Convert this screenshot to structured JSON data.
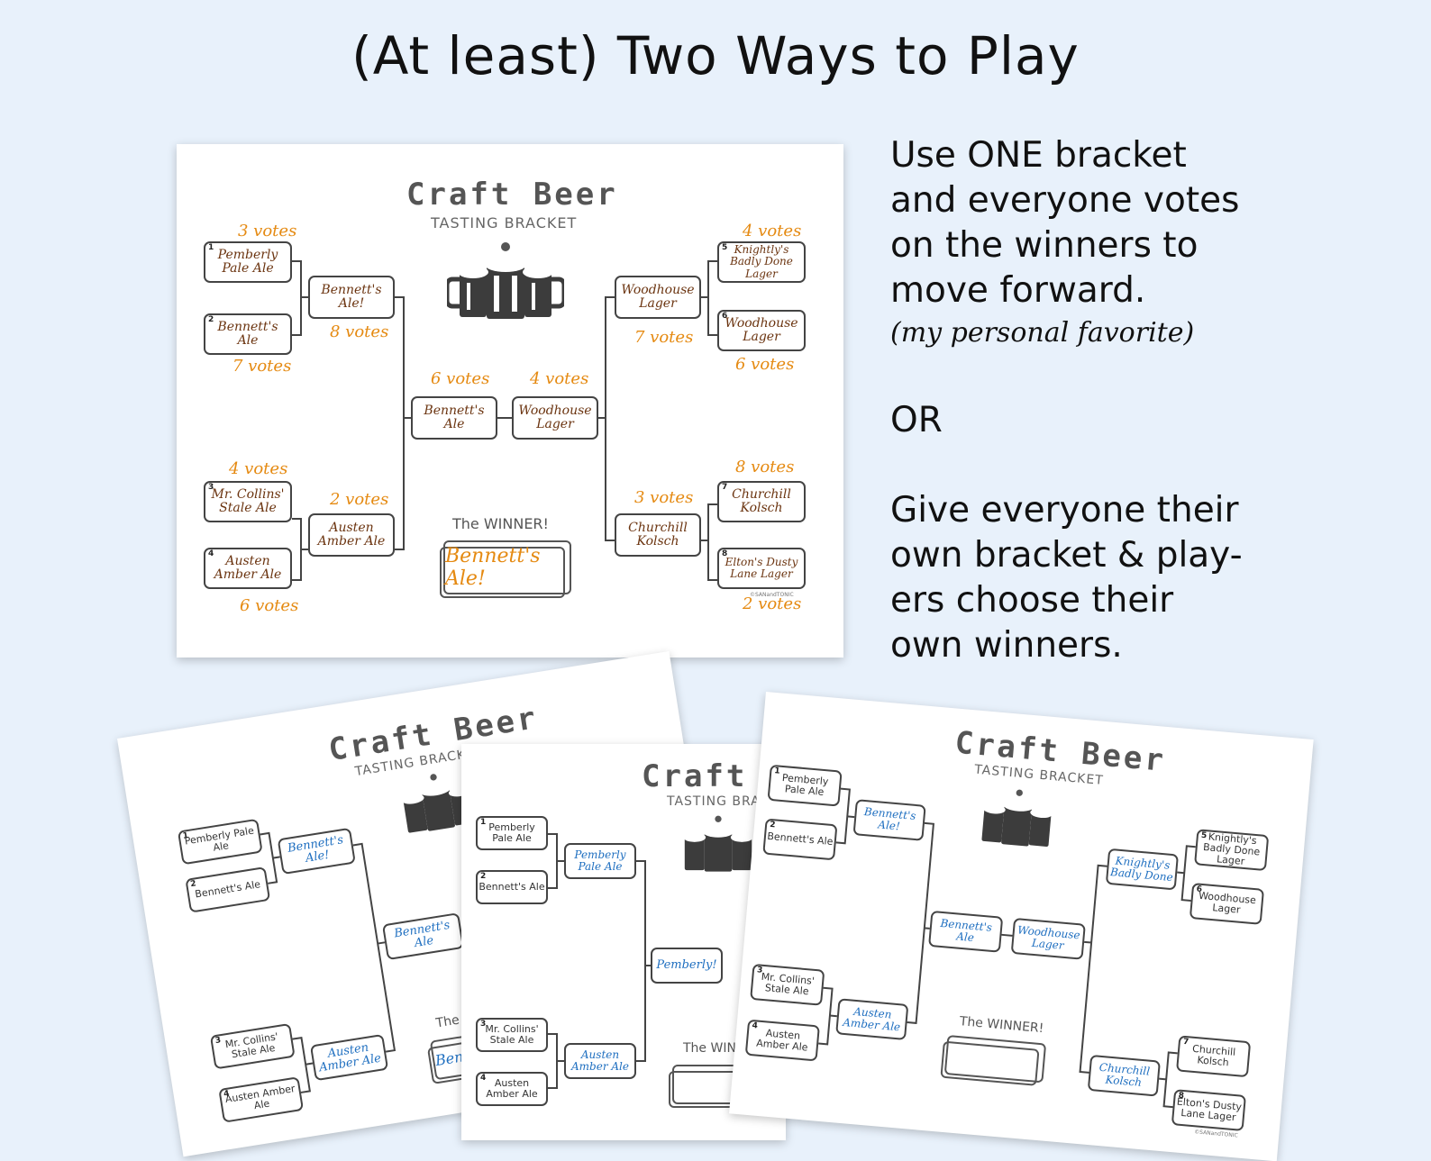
{
  "headline": "(At least) Two Ways to Play",
  "right_text": {
    "p1": [
      "Use ONE bracket",
      "and everyone votes",
      "on the winners to",
      "move forward."
    ],
    "favorite": "(my personal favorite)",
    "or": "OR",
    "p2": [
      "Give everyone their",
      "own bracket & play-",
      "ers choose their",
      "own winners."
    ]
  },
  "main_sheet": {
    "title": "Craft Beer",
    "subtitle": "TASTING BRACKET",
    "winner_label": "The WINNER!",
    "winner": "Bennett's Ale!",
    "copyright": "©SANandTONIC",
    "left_r1": [
      {
        "seed": "1",
        "name": "Pemberly Pale Ale",
        "votes": "3 votes"
      },
      {
        "seed": "2",
        "name": "Bennett's Ale",
        "votes": "7 votes"
      },
      {
        "seed": "3",
        "name": "Mr. Collins' Stale Ale",
        "votes": "4 votes"
      },
      {
        "seed": "4",
        "name": "Austen Amber Ale",
        "votes": "6 votes"
      }
    ],
    "left_r2": [
      {
        "name": "Bennett's Ale!",
        "votes": "8 votes"
      },
      {
        "name": "Austen Amber Ale",
        "votes": "2 votes"
      }
    ],
    "left_r3": {
      "name": "Bennett's Ale",
      "votes": "6 votes"
    },
    "right_r3": {
      "name": "Woodhouse Lager",
      "votes": "4 votes"
    },
    "right_r2": [
      {
        "name": "Woodhouse Lager",
        "votes": "7 votes"
      },
      {
        "name": "Churchill Kolsch",
        "votes": "3 votes"
      }
    ],
    "right_r1": [
      {
        "seed": "5",
        "name": "Knightly's Badly Done Lager",
        "votes": "4 votes"
      },
      {
        "seed": "6",
        "name": "Woodhouse Lager",
        "votes": "6 votes"
      },
      {
        "seed": "7",
        "name": "Churchill Kolsch",
        "votes": "8 votes"
      },
      {
        "seed": "8",
        "name": "Elton's Dusty Lane Lager",
        "votes": "2 votes"
      }
    ]
  },
  "sheet_a": {
    "title": "Craft Beer",
    "subtitle": "TASTING BRACKET",
    "winner_label": "The WINNER!",
    "r1": [
      {
        "seed": "1",
        "name": "Pemberly Pale Ale"
      },
      {
        "seed": "2",
        "name": "Bennett's Ale"
      },
      {
        "seed": "3",
        "name": "Mr. Collins' Stale Ale"
      },
      {
        "seed": "4",
        "name": "Austen Amber Ale"
      }
    ],
    "r2": [
      "Bennett's Ale!",
      "Austen Amber Ale"
    ],
    "r3": "Bennett's Ale",
    "winner": "Bennett's Ale!"
  },
  "sheet_b": {
    "title": "Craft Beer",
    "subtitle": "TASTING BRACKET",
    "winner_label": "The WINNER!",
    "r1": [
      {
        "seed": "1",
        "name": "Pemberly Pale Ale"
      },
      {
        "seed": "2",
        "name": "Bennett's Ale"
      },
      {
        "seed": "3",
        "name": "Mr. Collins' Stale Ale"
      },
      {
        "seed": "4",
        "name": "Austen Amber Ale"
      }
    ],
    "r2": [
      "Pemberly Pale Ale",
      "Austen Amber Ale"
    ],
    "r3": "Pemberly!"
  },
  "sheet_c": {
    "title": "Craft Beer",
    "subtitle": "TASTING BRACKET",
    "winner_label": "The WINNER!",
    "copyright": "©SANandTONIC",
    "left_r1": [
      {
        "seed": "1",
        "name": "Pemberly Pale Ale"
      },
      {
        "seed": "2",
        "name": "Bennett's Ale"
      },
      {
        "seed": "3",
        "name": "Mr. Collins' Stale Ale"
      },
      {
        "seed": "4",
        "name": "Austen Amber Ale"
      }
    ],
    "left_r2": [
      "Bennett's Ale!",
      "Austen Amber Ale"
    ],
    "left_r3": "Bennett's Ale",
    "right_r3": "Woodhouse Lager",
    "right_r2": [
      "Knightly's Badly Done",
      "Churchill Kolsch"
    ],
    "right_r1": [
      {
        "seed": "5",
        "name": "Knightly's Badly Done Lager"
      },
      {
        "seed": "6",
        "name": "Woodhouse Lager"
      },
      {
        "seed": "7",
        "name": "Churchill Kolsch"
      },
      {
        "seed": "8",
        "name": "Elton's Dusty Lane Lager"
      }
    ]
  },
  "colors": {
    "votes": "#e58a12",
    "handwriting_brown": "#6b3410",
    "handwriting_blue": "#1f6fc0",
    "background": "#e8f1fb"
  },
  "icons": [
    "beer-mugs-icon",
    "hop-icon"
  ]
}
